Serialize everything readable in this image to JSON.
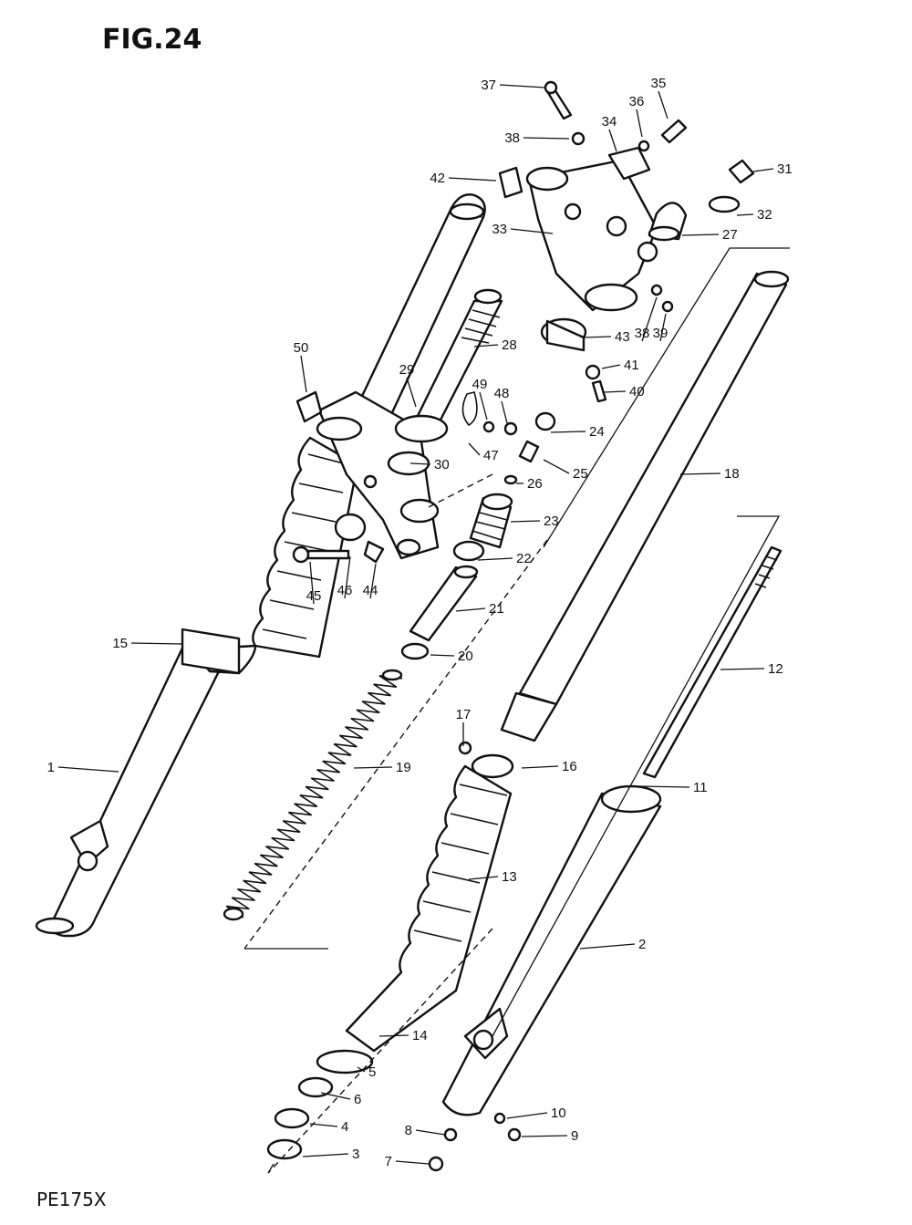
{
  "figure": {
    "title": "FIG.24",
    "model": "PE175X"
  },
  "callouts": [
    "1",
    "2",
    "3",
    "4",
    "5",
    "6",
    "7",
    "8",
    "9",
    "10",
    "11",
    "12",
    "13",
    "14",
    "15",
    "16",
    "17",
    "18",
    "19",
    "20",
    "21",
    "22",
    "23",
    "24",
    "25",
    "26",
    "27",
    "28",
    "29",
    "30",
    "31",
    "32",
    "33",
    "34",
    "35",
    "36",
    "37",
    "38",
    "39",
    "40",
    "41",
    "42",
    "43",
    "44",
    "45",
    "46",
    "47",
    "48",
    "49",
    "50"
  ]
}
